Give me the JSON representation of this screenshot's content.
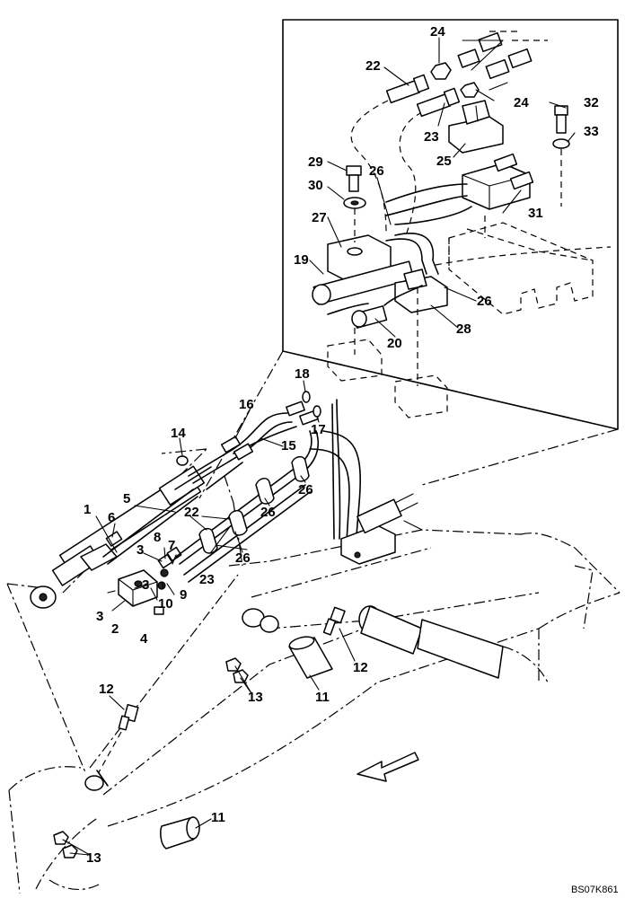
{
  "callouts": {
    "c1": "1",
    "c2": "2",
    "c3a": "3",
    "c3b": "3",
    "c4": "4",
    "c5": "5",
    "c6": "6",
    "c7": "7",
    "c8": "8",
    "c9": "9",
    "c10": "10",
    "c11a": "11",
    "c11b": "11",
    "c12a": "12",
    "c12b": "12",
    "c13a": "13",
    "c13b": "13",
    "c14": "14",
    "c15": "15",
    "c16": "16",
    "c17": "17",
    "c18": "18",
    "c19": "19",
    "c20": "20",
    "c22a": "22",
    "c22b": "22",
    "c23a": "23",
    "c23b": "23",
    "c24a": "24",
    "c24b": "24",
    "c25": "25",
    "c26a": "26",
    "c26b": "26",
    "c26c": "26",
    "c26d": "26",
    "c26e": "26",
    "c27": "27",
    "c28": "28",
    "c29": "29",
    "c30": "30",
    "c31": "31",
    "c32": "32",
    "c33": "33"
  },
  "drawing_code": "BS07K861",
  "icons": {
    "direction": "front-direction-arrow-icon"
  }
}
